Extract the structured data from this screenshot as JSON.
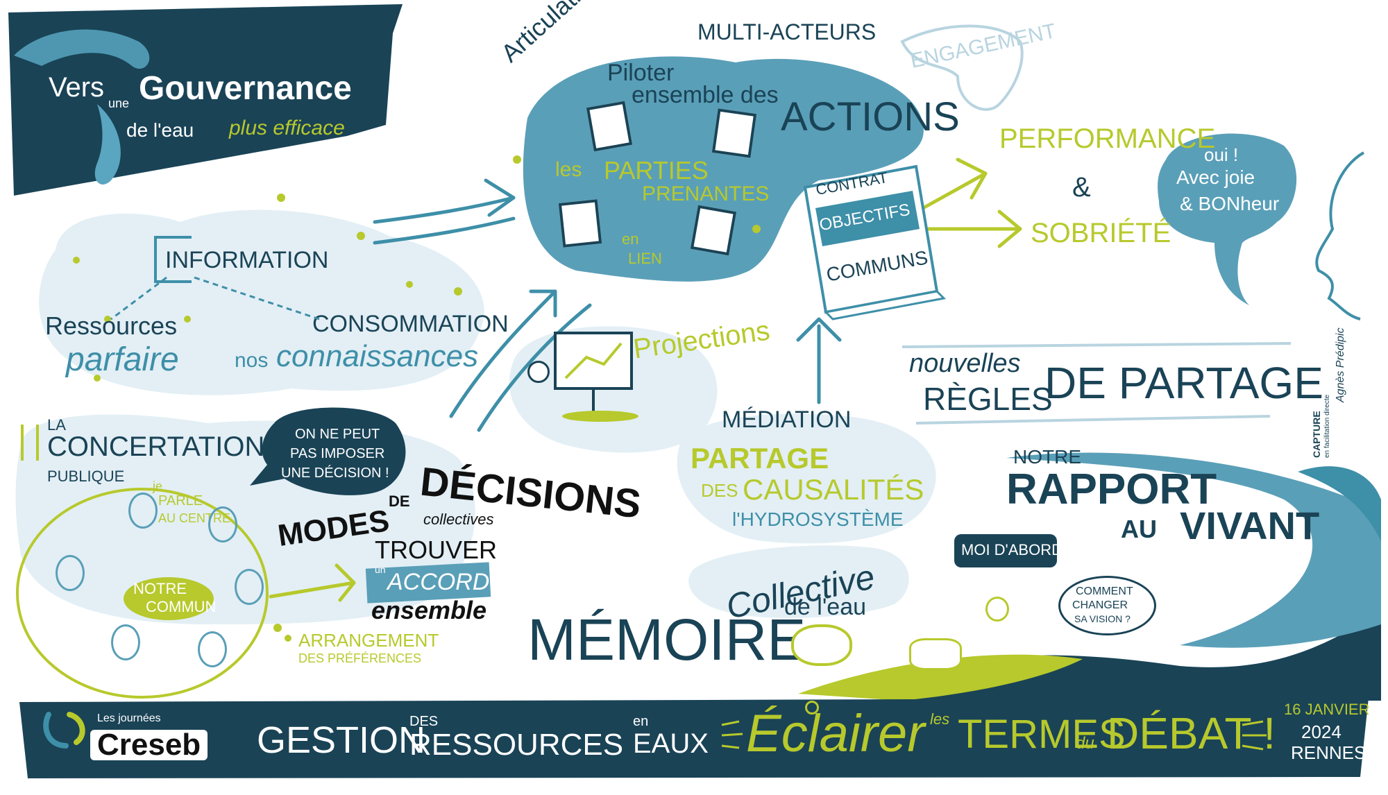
{
  "colors": {
    "navy": "#1a4356",
    "teal": "#3e8fa8",
    "light_blue": "#dcecf3",
    "mid_blue": "#5a9fb8",
    "lime": "#b7c92c",
    "white": "#ffffff"
  },
  "title_banner": {
    "vers": "Vers",
    "une": "une",
    "gouvernance": "Gouvernance",
    "de_l_eau": "de l'eau",
    "plus_efficace": "plus efficace"
  },
  "top_center": {
    "articulation": "Articulation",
    "multi_acteurs": "MULTI-ACTEURS",
    "piloter": "Piloter",
    "ensemble_des": "ensemble des",
    "actions": "ACTIONS",
    "les": "les",
    "parties": "PARTIES",
    "prenantes": "PRENANTES",
    "en": "en",
    "lien": "LIEN",
    "engagement": "ENGAGEMENT"
  },
  "contract_book": {
    "contrat": "CONTRAT",
    "objectifs": "OBJECTIFS",
    "communs": "COMMUNS"
  },
  "outcomes": {
    "performance": "PERFORMANCE",
    "amp": "&",
    "sobriete": "SOBRIÉTÉ"
  },
  "speech_joy": {
    "oui": "oui !",
    "avec_joie": "Avec joie",
    "bonheur": "& BONheur"
  },
  "information_cloud": {
    "information": "INFORMATION",
    "ressources": "Ressources",
    "consommation": "CONSOMMATION",
    "parfaire": "parfaire",
    "nos": "nos",
    "connaissances": "connaissances"
  },
  "projections": {
    "label": "Projections"
  },
  "partage": {
    "nouvelles": "nouvelles",
    "regles": "RÈGLES",
    "de_partage": "DE PARTAGE"
  },
  "concertation": {
    "la": "LA",
    "concertation": "CONCERTATION",
    "publique": "PUBLIQUE",
    "speech_line1": "ON NE PEUT",
    "speech_line2": "PAS IMPOSER",
    "speech_line3": "UNE DÉCISION !",
    "je_parle": "je",
    "parle": "PARLE",
    "au_centre": "AU CENTRE",
    "notre": "NOTRE",
    "commun": "COMMUN",
    "arrangement": "ARRANGEMENT",
    "des_preferences": "DES PRÉFÉRENCES"
  },
  "decisions": {
    "modes": "MODES",
    "de": "DE",
    "decisions": "DÉCISIONS",
    "collectives": "collectives",
    "trouver": "TROUVER",
    "un": "un",
    "accord": "ACCORD",
    "ensemble": "ensemble"
  },
  "mediation": {
    "mediation": "MÉDIATION",
    "partage": "PARTAGE",
    "des": "DES",
    "causalites": "CAUSALITÉS",
    "hydrosysteme": "l'HYDROSYSTÈME"
  },
  "memoire": {
    "memoire": "MÉMOIRE",
    "collective": "Collective",
    "de_l_eau": "de l'eau"
  },
  "vivant": {
    "notre": "NOTRE",
    "rapport": "RAPPORT",
    "au": "AU",
    "vivant": "VIVANT",
    "moi_dabord": "MOI D'ABORD !",
    "comment1": "COMMENT",
    "comment2": "CHANGER",
    "comment3": "SA VISION ?"
  },
  "signature": {
    "capture": "CAPTURE",
    "en_facilitation": "en facilitation directe",
    "author": "Agnès Prédipic"
  },
  "footer": {
    "les_journees": "Les journées",
    "creseb": "Creseb",
    "gestion": "GESTION",
    "des": "DES",
    "ressources": "RESSOURCES",
    "en": "en",
    "eaux": "EAUX",
    "eclairer": "Éclairer",
    "les": "les",
    "termes": "TERMES",
    "du": "du",
    "debat": "DÉBAT !",
    "date": "16 JANVIER",
    "year": "2024",
    "city": "RENNES"
  }
}
